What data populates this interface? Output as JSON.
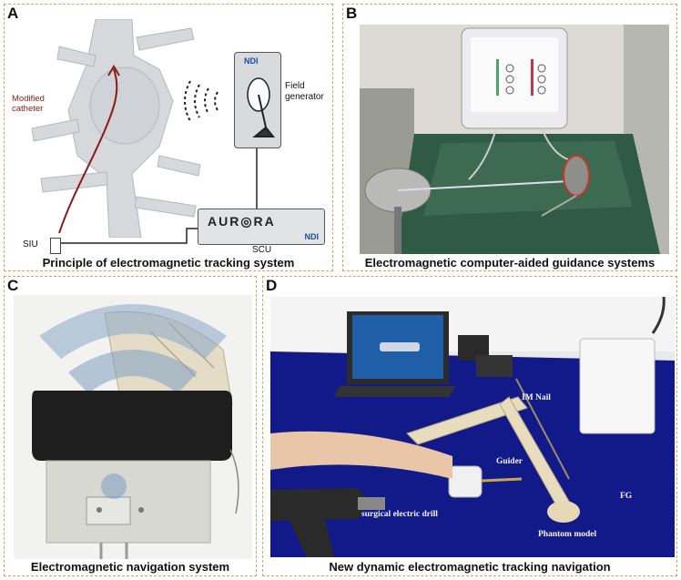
{
  "panels": {
    "a": {
      "letter": "A",
      "caption": "Principle of electromagnetic tracking system",
      "labels": {
        "catheter": "Modified catheter",
        "field_generator": "Field generator",
        "siu": "SIU",
        "scu": "SCU",
        "ndi_fg": "NDI",
        "ndi_scu": "NDI",
        "aurora": "AUR◎RA"
      }
    },
    "b": {
      "letter": "B",
      "caption": "Electromagnetic computer-aided guidance systems"
    },
    "c": {
      "letter": "C",
      "caption": "Electromagnetic navigation system"
    },
    "d": {
      "letter": "D",
      "caption": "New dynamic electromagnetic tracking navigation",
      "labels": {
        "im_nail": "IM Nail",
        "guider": "Guider",
        "fg": "FG",
        "drill": "surgical electric drill",
        "phantom": "Phantom model"
      }
    }
  },
  "colors": {
    "border": "#d9a066",
    "catheter": "#8b1a1a"
  }
}
